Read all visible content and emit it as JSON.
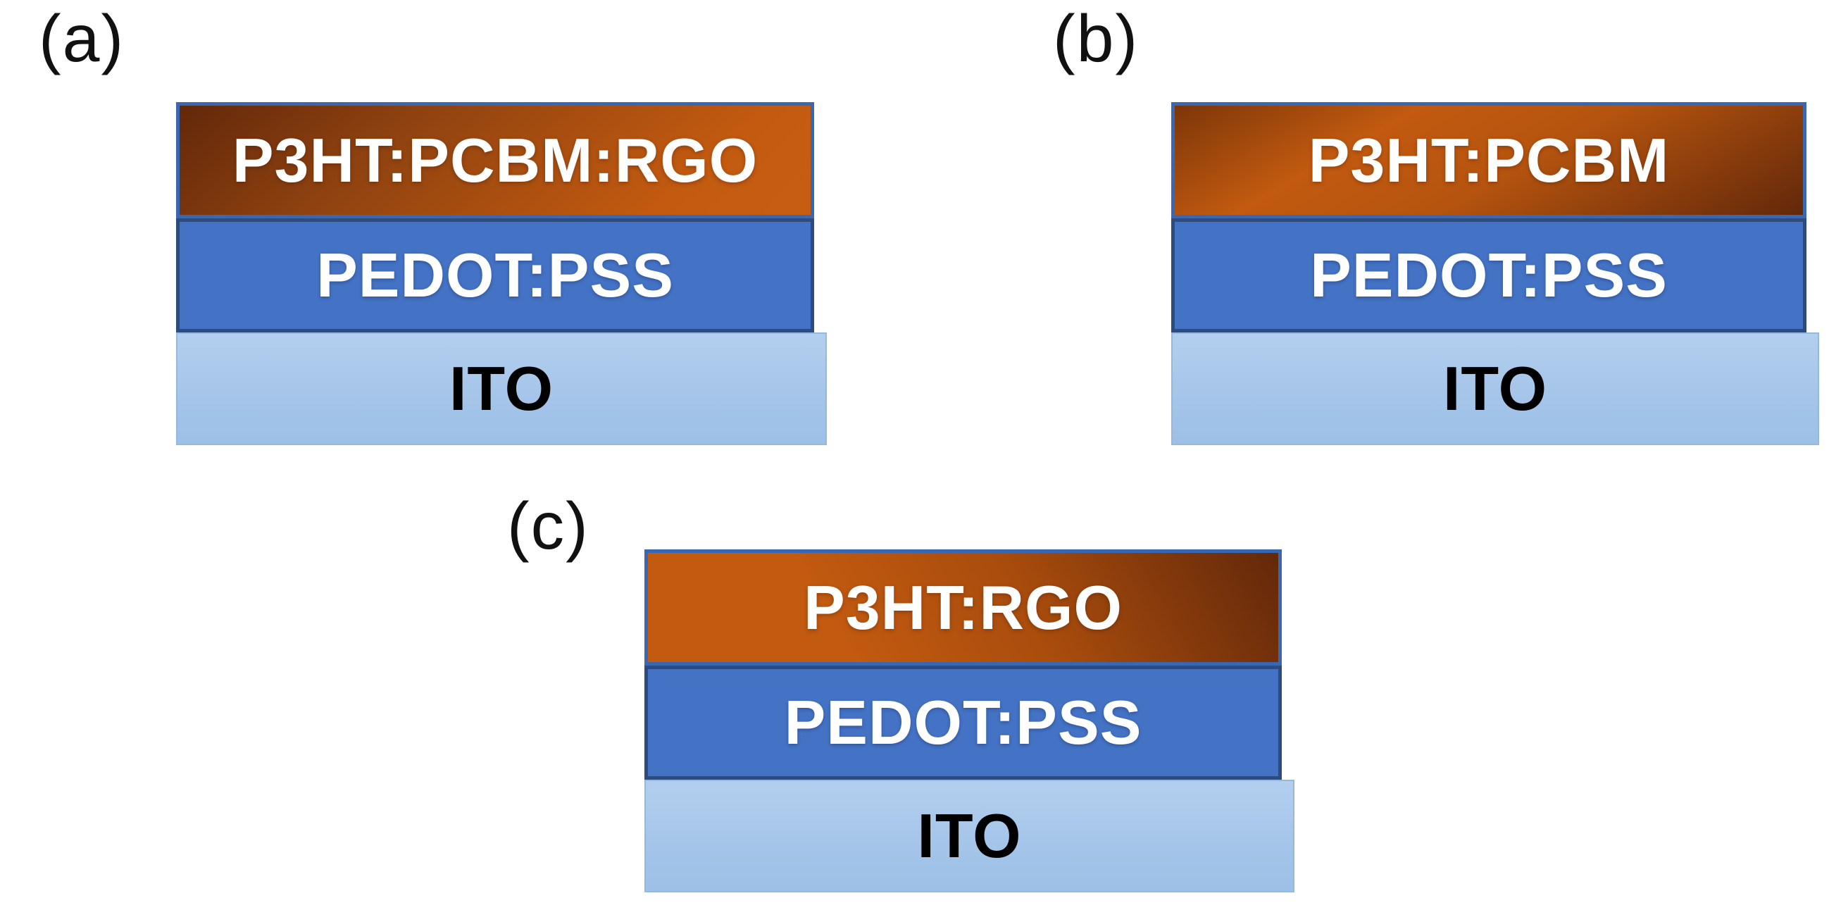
{
  "panels": [
    {
      "label": "(a)",
      "layers": [
        {
          "name": "active-layer",
          "text": "P3HT:PCBM:RGO"
        },
        {
          "name": "hole-transport-layer",
          "text": "PEDOT:PSS"
        },
        {
          "name": "electrode-layer",
          "text": "ITO"
        }
      ]
    },
    {
      "label": "(b)",
      "layers": [
        {
          "name": "active-layer",
          "text": "P3HT:PCBM"
        },
        {
          "name": "hole-transport-layer",
          "text": "PEDOT:PSS"
        },
        {
          "name": "electrode-layer",
          "text": "ITO"
        }
      ]
    },
    {
      "label": "(c)",
      "layers": [
        {
          "name": "active-layer",
          "text": "P3HT:RGO"
        },
        {
          "name": "hole-transport-layer",
          "text": "PEDOT:PSS"
        },
        {
          "name": "electrode-layer",
          "text": "ITO"
        }
      ]
    }
  ],
  "colors": {
    "background": "#ffffff",
    "label_color": "#111111",
    "orange_bright": "#c25a10",
    "orange_dark": "#63280a",
    "active_border": "#3a67b2",
    "pedot_fill": "#4472c4",
    "pedot_border": "#2d4b7e",
    "ito_top": "#b3cfee",
    "ito_bottom": "#9dc0e6",
    "ito_border": "#94b8e0",
    "layer_text_light": "#ffffff",
    "layer_text_dark": "#000000"
  }
}
